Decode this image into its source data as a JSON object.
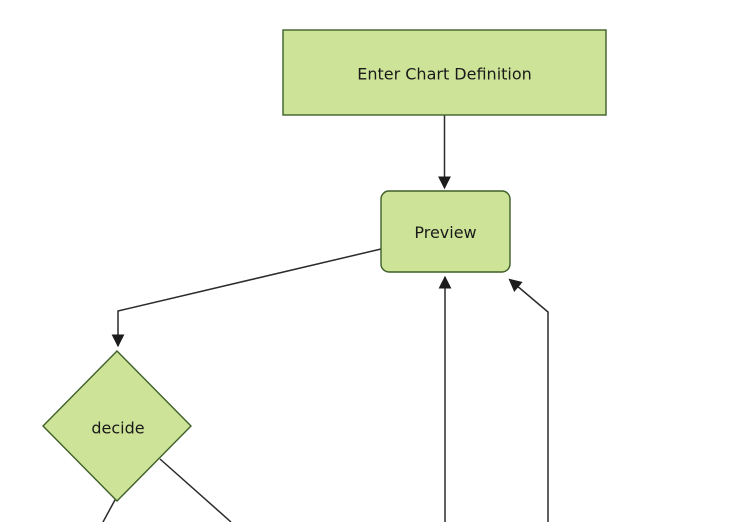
{
  "diagram": {
    "type": "flowchart",
    "direction": "top-down",
    "nodes": [
      {
        "id": "enter-chart-definition",
        "label": "Enter Chart Definition",
        "shape": "rectangle"
      },
      {
        "id": "preview",
        "label": "Preview",
        "shape": "rounded-rectangle"
      },
      {
        "id": "decide",
        "label": "decide",
        "shape": "diamond"
      }
    ],
    "edges": [
      {
        "from": "enter-chart-definition",
        "to": "preview",
        "arrow": true
      },
      {
        "from": "preview",
        "to": "decide",
        "arrow": true
      },
      {
        "from": "decide",
        "to": "offscreen-bottom-left",
        "arrow": false
      },
      {
        "from": "decide",
        "to": "offscreen-bottom-right",
        "arrow": false
      },
      {
        "from": "offscreen-bottom-center",
        "to": "preview",
        "arrow": true
      },
      {
        "from": "offscreen-bottom-far-right",
        "to": "preview",
        "arrow": true
      }
    ]
  },
  "colors": {
    "background": "#ffffff",
    "node_fill": "#cde498",
    "node_border": "#3e5f28",
    "edge": "#2b2b2b",
    "arrowhead": "#1c1c1c",
    "text": "#1a1a1a"
  }
}
